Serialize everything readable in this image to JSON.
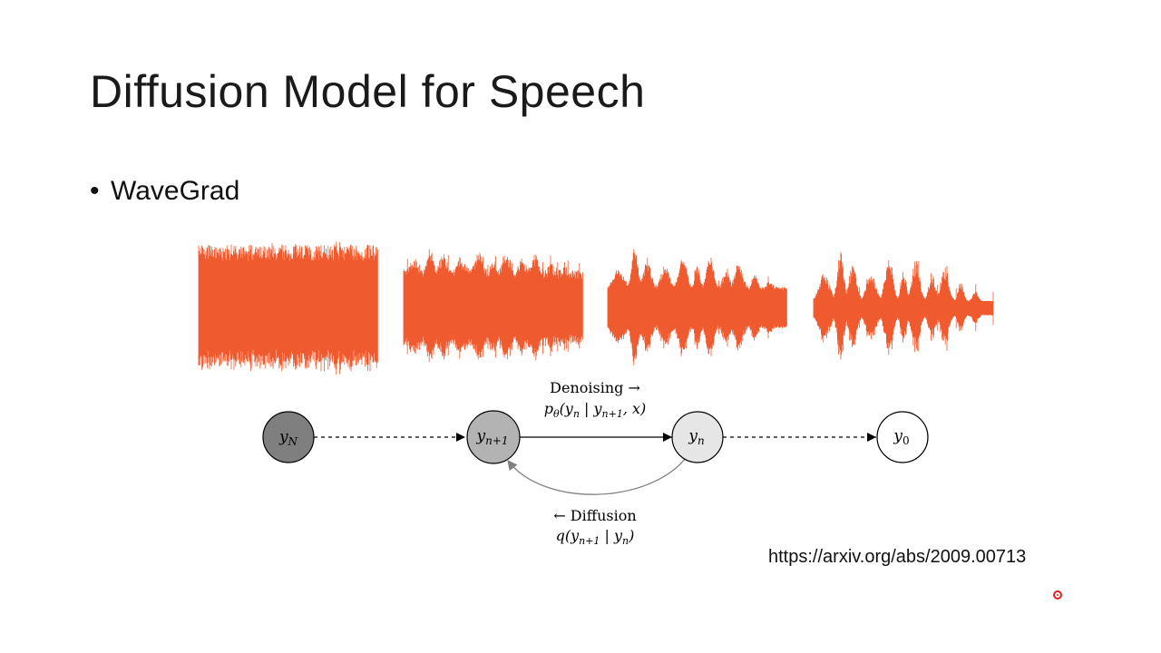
{
  "slide": {
    "title": "Diffusion Model for Speech",
    "bullet": "WaveGrad",
    "source_link": "https://arxiv.org/abs/2009.00713"
  },
  "waveforms": {
    "color": "#f05a2f",
    "noise_levels": [
      1.0,
      0.55,
      0.25,
      0.0
    ]
  },
  "diagram": {
    "nodes": [
      {
        "label_base": "y",
        "label_sub": "N",
        "fill": "#7f7f7f"
      },
      {
        "label_base": "y",
        "label_sub": "n+1",
        "fill": "#b3b3b3"
      },
      {
        "label_base": "y",
        "label_sub": "n",
        "fill": "#e6e6e6"
      },
      {
        "label_base": "y",
        "label_sub": "0",
        "fill": "#ffffff"
      }
    ],
    "denoising": {
      "label": "Denoising →",
      "formula_prefix": "p",
      "formula_theta": "θ",
      "formula_rest": "(y",
      "formula_sub1": "n",
      "formula_mid": " | y",
      "formula_sub2": "n+1",
      "formula_end": ", x)"
    },
    "diffusion": {
      "label": "← Diffusion",
      "formula_prefix": "q(y",
      "formula_sub1": "n+1",
      "formula_mid": " | y",
      "formula_sub2": "n",
      "formula_end": ")"
    },
    "edge_color_solid": "#000000",
    "edge_color_diffusion": "#808080"
  },
  "pointer": {
    "color": "#e02020"
  }
}
